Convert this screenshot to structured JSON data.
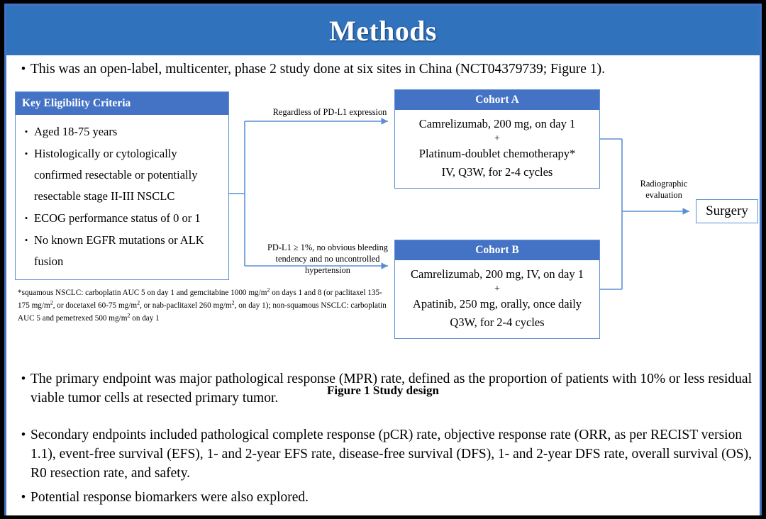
{
  "slide": {
    "title": "Methods",
    "title_bar_color": "#3172BC",
    "box_header_color": "#4472C4",
    "connector_color": "#5B8FD4",
    "frame_color": "#4472C4"
  },
  "intro_bullet": {
    "marker": "•",
    "text": "This was an open-label, multicenter, phase 2 study done at six sites in China (NCT04379739; Figure 1)."
  },
  "figure": {
    "caption": "Figure 1 Study design",
    "eligibility": {
      "header": "Key  Eligibility Criteria",
      "marker": "•",
      "items": [
        "Aged 18-75 years",
        "Histologically or cytologically confirmed resectable or potentially resectable stage II-III  NSCLC",
        "ECOG performance status of 0 or 1",
        "No known EGFR mutations or ALK fusion"
      ]
    },
    "footnote": "*squamous NSCLC: carboplatin AUC 5 on day 1 and gemcitabine 1000 mg/m2 on days 1 and 8 (or paclitaxel 135-175 mg/m2, or docetaxel 60-75 mg/m2, or nab-paclitaxel 260 mg/m2, on day 1); non-squamous NSCLC: carboplatin AUC 5 and pemetrexed 500 mg/m2 on day 1",
    "arrow_top_caption": "Regardless  of PD-L1 expression",
    "arrow_bottom_caption": "PD-L1 ≥ 1%, no obvious bleeding tendency and no uncontrolled  hypertension",
    "radiographic_caption": "Radiographic evaluation",
    "cohort_a": {
      "header": "Cohort A",
      "line1": "Camrelizumab, 200 mg, on day 1",
      "plus": "+",
      "line2": "Platinum-doublet chemotherapy*",
      "line3": "IV, Q3W, for 2-4 cycles"
    },
    "cohort_b": {
      "header": "Cohort B",
      "line1": "Camrelizumab, 200 mg, IV, on day 1",
      "plus": "+",
      "line2": "Apatinib, 250 mg, orally, once daily",
      "line3": "Q3W, for 2-4 cycles"
    },
    "surgery": "Surgery"
  },
  "endpoints_bullets": [
    {
      "marker": "•",
      "text": "The primary endpoint was major pathological response (MPR) rate, defined as the proportion of patients with 10% or less residual viable tumor cells at resected primary tumor."
    },
    {
      "marker": "•",
      "text": "Secondary endpoints included pathological complete response (pCR) rate, objective response rate (ORR, as per RECIST version 1.1), event-free survival (EFS), 1- and 2-year EFS rate, disease-free survival (DFS), 1- and 2-year DFS rate, overall survival (OS), R0 resection rate, and safety."
    },
    {
      "marker": "•",
      "text": "Potential response biomarkers were also explored."
    }
  ]
}
